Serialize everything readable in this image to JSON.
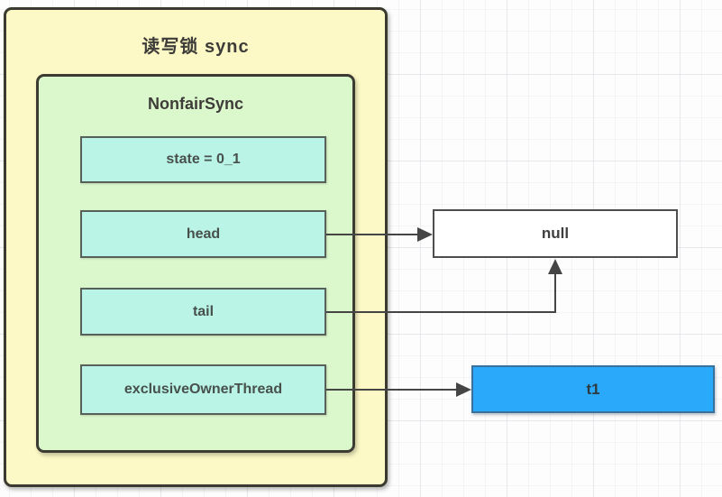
{
  "diagram": {
    "outer_box": {
      "label": "读写锁 sync"
    },
    "inner_box": {
      "label": "NonfairSync"
    },
    "fields": [
      {
        "id": "state",
        "label": "state = 0_1"
      },
      {
        "id": "head",
        "label": "head"
      },
      {
        "id": "tail",
        "label": "tail"
      },
      {
        "id": "exclusiveOwnerThread",
        "label": "exclusiveOwnerThread"
      }
    ],
    "nodes": [
      {
        "id": "null-node",
        "label": "null"
      },
      {
        "id": "t1-node",
        "label": "t1"
      }
    ],
    "arrows": [
      {
        "from": "head",
        "to": "null-node"
      },
      {
        "from": "tail",
        "to": "null-node"
      },
      {
        "from": "exclusiveOwnerThread",
        "to": "t1-node"
      }
    ],
    "colors": {
      "outer_fill": "#fdf9c6",
      "inner_fill": "#dbf8cd",
      "field_fill": "#b9f4e7",
      "null_fill": "#ffffff",
      "t1_fill": "#2aa9fb",
      "border_dark": "#3a3a30",
      "arrow": "#454545",
      "grid_line": "#e7e7ec"
    }
  }
}
